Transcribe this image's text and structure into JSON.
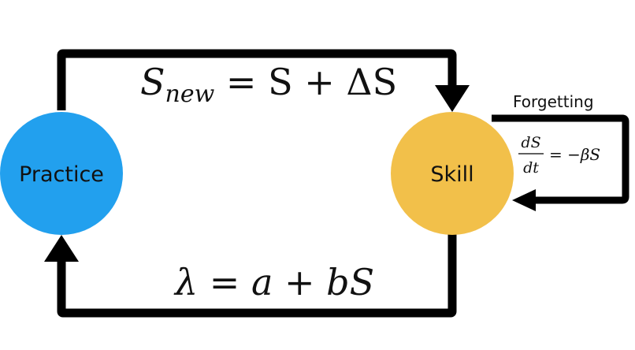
{
  "nodes": {
    "practice": {
      "label": "Practice",
      "color": "#22A0EE"
    },
    "skill": {
      "label": "Skill",
      "color": "#F2C04A"
    }
  },
  "edges": {
    "top": {
      "equation": {
        "lhs": "S",
        "lhs_sub": "new",
        "rhs": " = S + ΔS"
      }
    },
    "bottom": {
      "equation": "λ = a + bS"
    },
    "self_loop": {
      "label": "Forgetting",
      "equation": {
        "numerator": "dS",
        "denominator": "dt",
        "rhs": "= −βS"
      }
    }
  },
  "colors": {
    "stroke": "#000000"
  }
}
